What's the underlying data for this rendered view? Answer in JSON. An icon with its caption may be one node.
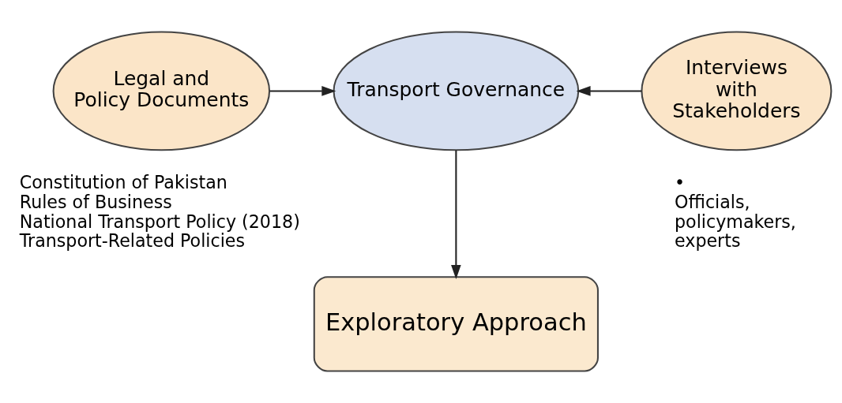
{
  "diagram": {
    "nodes": [
      {
        "text": [
          "Legal and Policy Documents"
        ],
        "beside": [
          "Constitution of Pakistan",
          "Rules of Business",
          "National Transport Policy (2018)",
          "Transport-Related Policies"
        ]
      },
      {
        "text": [
          "Transport Governance"
        ]
      },
      {
        "text": [
          "Interviews with Stakeholders"
        ],
        "beside": [
          "• Officials, policymakers, experts"
        ]
      },
      {
        "text": [
          "Exploratory Approach"
        ]
      }
    ],
    "edges": [
      {
        "from": 0,
        "to": 1,
        "arrow": "to"
      },
      {
        "from": 2,
        "to": 1,
        "arrow": "to"
      },
      {
        "from": 1,
        "to": 3,
        "arrow": "to"
      }
    ]
  }
}
